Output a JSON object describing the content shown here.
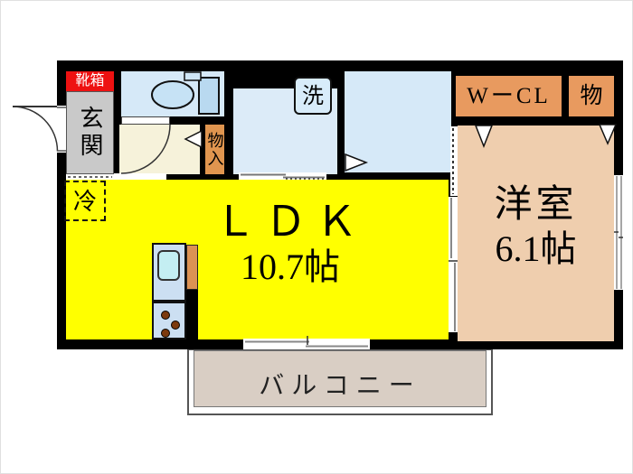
{
  "rooms": {
    "shoebox": {
      "label": "靴箱"
    },
    "entrance": {
      "label": "玄関"
    },
    "storage_inner": {
      "label": "物入"
    },
    "washer": {
      "label": "洗"
    },
    "walk_in_closet": {
      "label": "WーCL"
    },
    "storage": {
      "label": "物"
    },
    "ldk": {
      "label": "ＬＤＫ",
      "size": "10.7帖"
    },
    "western_room": {
      "label": "洋室",
      "size": "6.1帖"
    },
    "balcony": {
      "label": "バルコニー"
    },
    "refrigerator": {
      "label": "冷"
    }
  },
  "colors": {
    "wall-black": "#000000",
    "ldk-yellow": "#ffff00",
    "western-tan": "#efceae",
    "closet-orange": "#e89a5f",
    "storage-orange": "#e0954f",
    "room-blue": "#d6e9f8",
    "fixture-blue": "#c6e2f5",
    "washfloor-blue": "#dcebf8",
    "entrance-gray": "#c9c9c9",
    "shoebox-red": "#ee1111",
    "hall-cream": "#f6f2da",
    "balcony-tan": "#d9cec4",
    "kitchen-blue": "#ccdff2",
    "kitchen-sink-cyan": "#c4eef2",
    "counter-orange": "#dc9254",
    "burner-brown": "#7c3a0e"
  }
}
